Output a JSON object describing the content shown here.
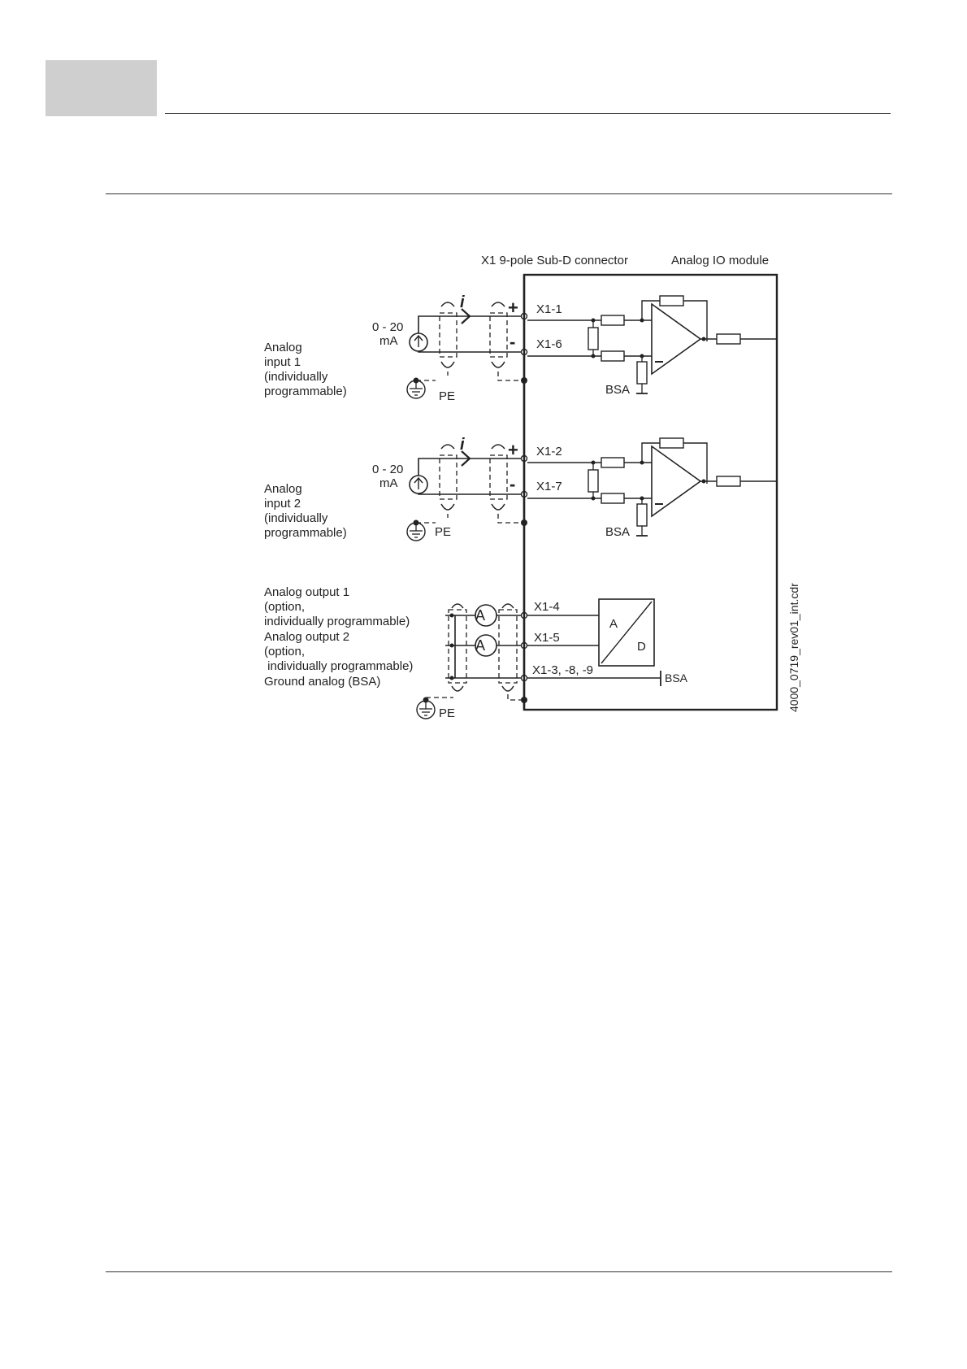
{
  "header": {
    "tab_color": "#cfcfcf"
  },
  "diagram": {
    "connector_title": "X1   9-pole Sub-D connector",
    "module_title": "Analog IO module",
    "file_ref": "4000_0719_rev01_int.cdr",
    "input1": {
      "label_lines": [
        "Analog",
        "input 1",
        "(individually",
        "programmable)"
      ],
      "source_lines": [
        "0 - 20",
        "mA"
      ],
      "plus_pin": "X1-1",
      "minus_pin": "X1-6",
      "pe": "PE",
      "bsa": "BSA"
    },
    "input2": {
      "label_lines": [
        "Analog",
        "input 2",
        "(individually",
        "programmable)"
      ],
      "source_lines": [
        "0 - 20",
        "mA"
      ],
      "plus_pin": "X1-2",
      "minus_pin": "X1-7",
      "pe": "PE",
      "bsa": "BSA"
    },
    "outputs": {
      "out1_lines": [
        "Analog output 1",
        "(option,",
        "individually programmable)"
      ],
      "out2_lines": [
        "Analog output 2",
        "(option,",
        " individually programmable)"
      ],
      "ground_label": "Ground analog (BSA)",
      "pin_out1": "X1-4",
      "pin_out2": "X1-5",
      "pin_ground": "X1-3, -8, -9",
      "meter": "A",
      "adc_a": "A",
      "adc_d": "D",
      "bsa": "BSA",
      "pe": "PE"
    },
    "symbols": {
      "plus": "+",
      "minus": "-",
      "current": "i"
    }
  }
}
